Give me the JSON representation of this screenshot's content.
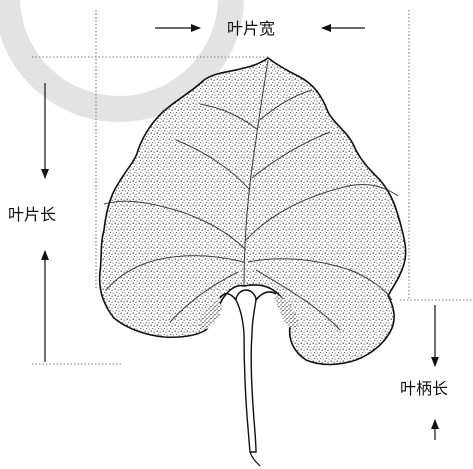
{
  "labels": {
    "leaf_width": "叶片宽",
    "leaf_length": "叶片长",
    "petiole_length": "叶柄长"
  },
  "icons": {
    "watermark": "gray-circle-watermark",
    "arrows": "measurement-arrow"
  },
  "colors": {
    "line": "#111111",
    "guide": "#555555",
    "watermark": "#d9d9d9"
  }
}
